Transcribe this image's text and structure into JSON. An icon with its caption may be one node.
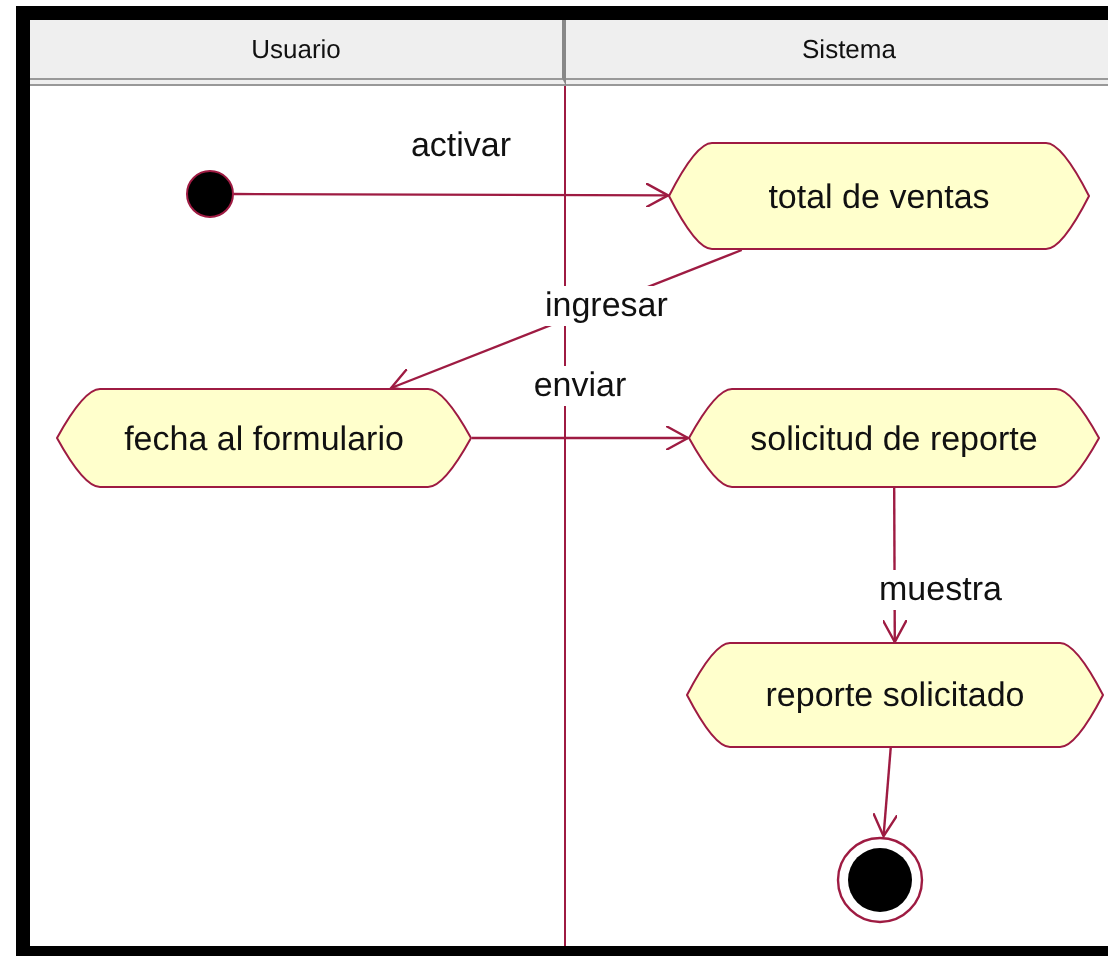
{
  "diagram": {
    "nodes": [
      {
        "text": [
          "Usuario"
        ]
      },
      {
        "text": [
          "Sistema"
        ]
      },
      {
        "text": [],
        "shape": "circle",
        "in": 0
      },
      {
        "text": [
          "total de ventas"
        ],
        "in": 1
      },
      {
        "text": [
          "fecha al formulario"
        ],
        "in": 0
      },
      {
        "text": [
          "solicitud de reporte"
        ],
        "in": 1
      },
      {
        "text": [
          "reporte solicitado"
        ],
        "in": 1
      },
      {
        "text": [],
        "shape": "bullseye",
        "in": 1
      }
    ],
    "edges": [
      {
        "from": 2,
        "to": 3,
        "arrow": "to",
        "label": "activar"
      },
      {
        "from": 3,
        "to": 4,
        "arrow": "to",
        "label": "ingresar"
      },
      {
        "from": 4,
        "to": 5,
        "arrow": "to",
        "label": "enviar"
      },
      {
        "from": 5,
        "to": 6,
        "arrow": "to",
        "label": "muestra"
      },
      {
        "from": 6,
        "to": 7,
        "arrow": "to"
      }
    ]
  }
}
